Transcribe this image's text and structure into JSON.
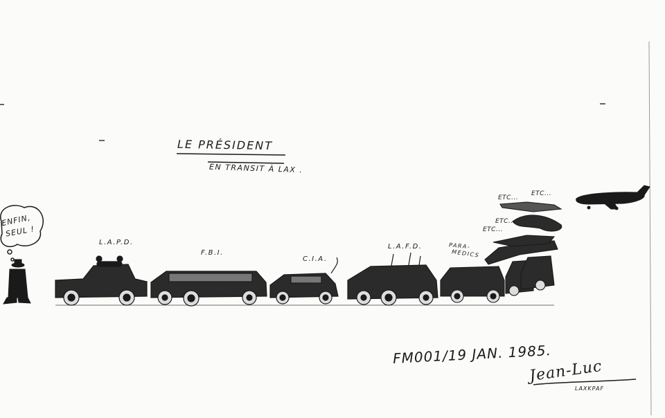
{
  "title": {
    "line1": "LE PRÉSIDENT",
    "line2": "EN TRANSIT À LAX ."
  },
  "thought_bubble": {
    "line1": "ENFIN,",
    "line2": "SEUL !"
  },
  "convoy_labels": {
    "lapd": "L.A.P.D.",
    "fbi": "F.B.I.",
    "cia": "C.I.A.",
    "lafd": "L.A.F.D.",
    "paramedics_1": "PARA-",
    "paramedics_2": "MEDICS"
  },
  "etc": {
    "a": "ETC...",
    "b": "ETC...",
    "c": "ETC...",
    "d": "ETC..."
  },
  "reference": "FM001/19 JAN. 1985.",
  "signature": {
    "name": "Jean-Luc",
    "code": "LAXKPAF"
  },
  "colors": {
    "ink": "#1a1a1a",
    "paper": "#fbfbf9"
  }
}
